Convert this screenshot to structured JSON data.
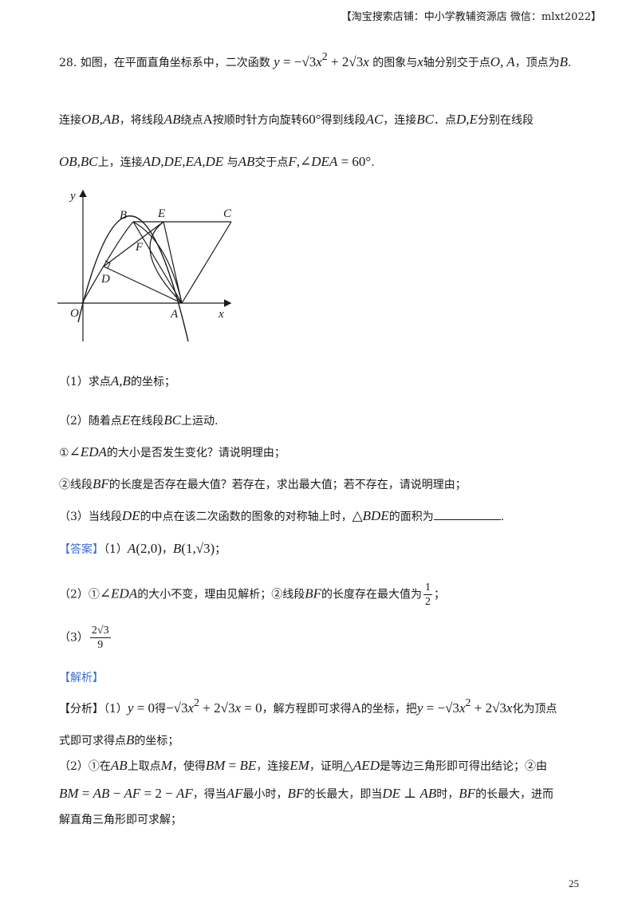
{
  "header": "【淘宝搜索店铺：中小学教辅资源店 微信：mlxt2022】",
  "problem": {
    "number": "28.",
    "l1_a": "如图，在平面直角坐标系中，二次函数",
    "l1_b": "的图象与",
    "l1_c": "轴分别交于点",
    "l1_d": "，顶点为",
    "l2_a": "连接",
    "l2_b": "，将线段",
    "l2_c": "绕点",
    "l2_d": "按顺时针方向旋转",
    "l2_e": "得到线段",
    "l2_f": "，连接",
    "l2_g": "．点",
    "l2_h": "分别在线段",
    "l3_a": "上，连接",
    "l3_b": "与",
    "l3_c": "交于点"
  },
  "figure": {
    "labels": {
      "y": "y",
      "x": "x",
      "O": "O",
      "A": "A",
      "B": "B",
      "C": "C",
      "D": "D",
      "E": "E",
      "F": "F"
    }
  },
  "questions": {
    "q1_a": "（1）求点",
    "q1_b": "的坐标；",
    "q2_a": "（2）随着点",
    "q2_b": "在线段",
    "q2_c": "上运动.",
    "q2_1_circ": "①",
    "q2_1_text": "的大小是否发生变化？请说明理由；",
    "q2_2_circ": "②线段",
    "q2_2_text": "的长度是否存在最大值？若存在，求出最大值；若不存在，请说明理由；",
    "q3_a": "（3）当线段",
    "q3_b": "的中点在该二次函数的图象的对称轴上时，",
    "q3_c": "的面积为",
    "q3_d": "."
  },
  "answer": {
    "tag": "【答案】",
    "a1_label": "（1）",
    "a2_label": "（2）①",
    "a2_text1": "的大小不变，理由见解析；②线段",
    "a2_text2": "的长度存在最大值为",
    "a2_tail": "；",
    "half_num": "1",
    "half_den": "2",
    "a3_label": "（3）",
    "a3_num": "2√3",
    "a3_den": "9"
  },
  "analysis": {
    "tag": "【解析】",
    "fenxi": "【分析】（1）",
    "s1_b": "得",
    "s1_c": "，解方程即可求得",
    "s1_d": "的坐标，把",
    "s1_e": "化为顶点",
    "s2_a": "式即可求得点",
    "s2_b": "的坐标；",
    "s3_a": "（2）①在",
    "s3_b": "上取点",
    "s3_c": "，使得",
    "s3_d": "，连接",
    "s3_e": "，证明",
    "s3_f": "是等边三角形即可得出结论；②由",
    "s4_b": "，得当",
    "s4_c": "最小时，",
    "s4_d": "的长最大，即当",
    "s4_e": "时，",
    "s4_f": "的长最大，进而",
    "s5": "解直角三角形即可求解；"
  },
  "page_number": "25"
}
